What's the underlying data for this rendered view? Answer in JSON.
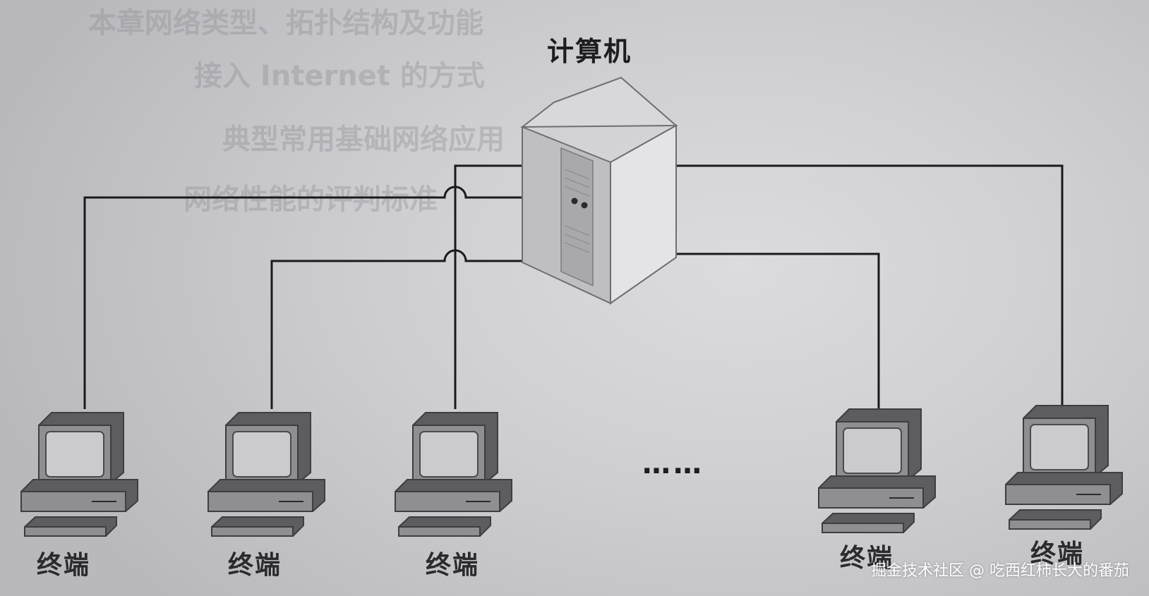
{
  "diagram": {
    "server_label": "计算机",
    "terminals": [
      {
        "label": "终端"
      },
      {
        "label": "终端"
      },
      {
        "label": "终端"
      },
      {
        "label": "终端"
      },
      {
        "label": "终端"
      }
    ],
    "ellipsis": "……",
    "faded_background_lines": [
      "本章网络类型、拓扑结构及功能",
      "接入 Internet 的方式",
      "典型常用基础网络应用",
      "网络性能的评判标准"
    ]
  },
  "watermark": "掘金技术社区 @ 吃西红柿长大的番茄",
  "colors": {
    "line": "#1a1a1a",
    "device_face": "#8f8e92",
    "device_dark": "#5d5c60",
    "screen": "#cbcacd"
  }
}
